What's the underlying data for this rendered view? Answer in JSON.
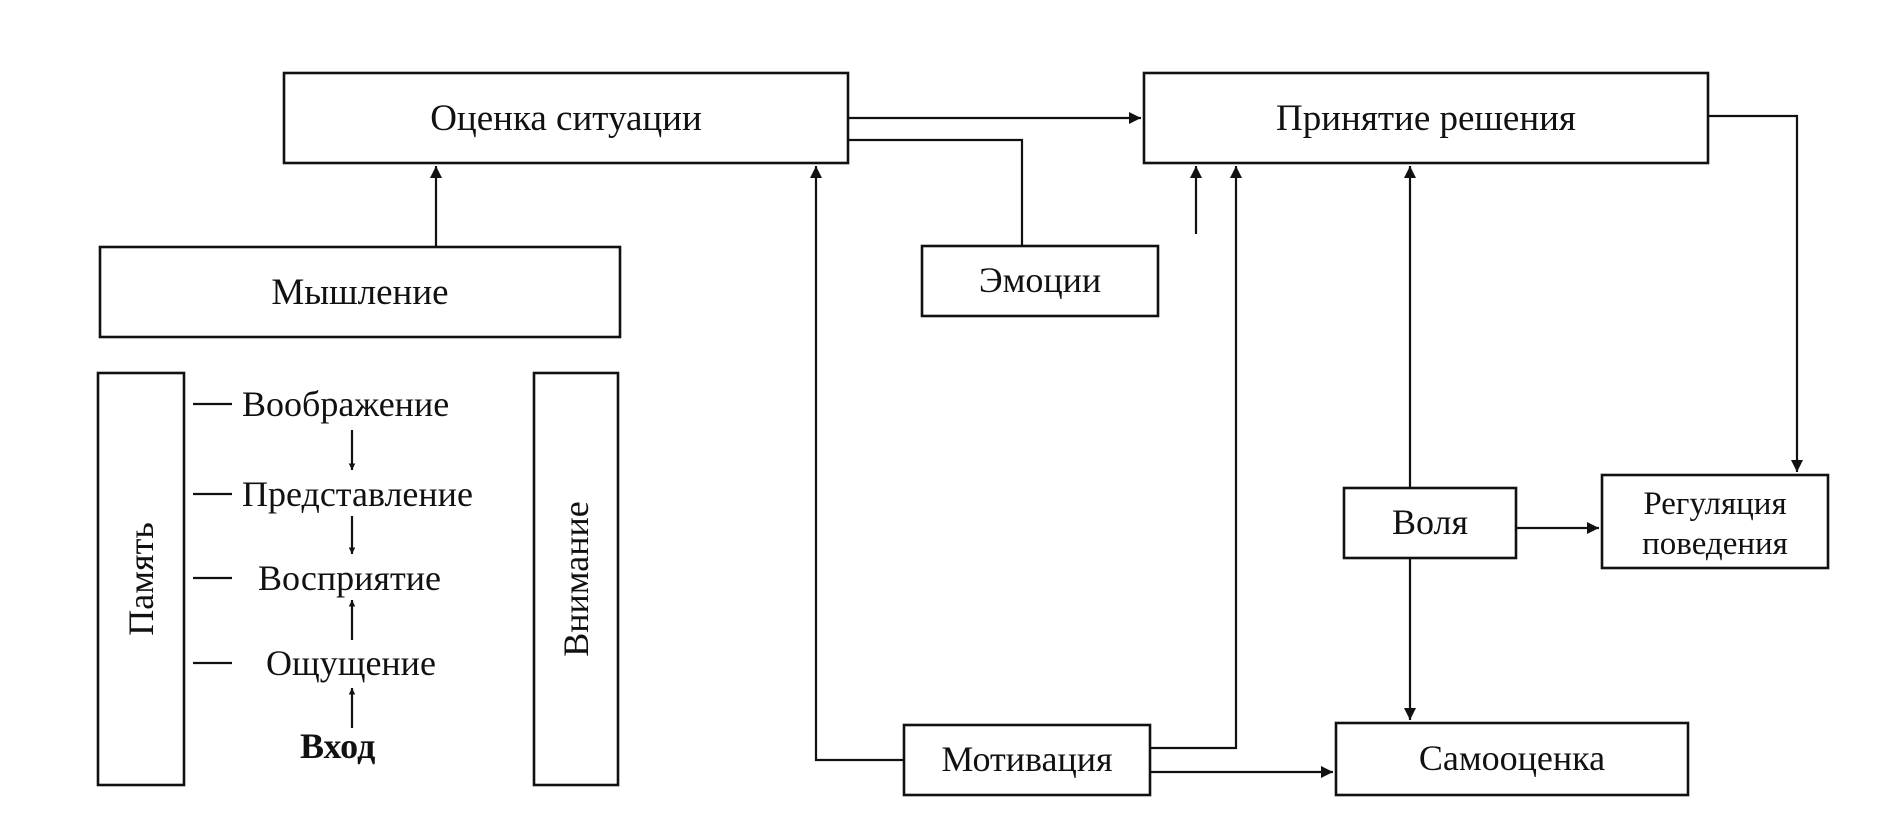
{
  "nodes": {
    "situation_assessment": "Оценка ситуации",
    "decision_making": "Принятие решения",
    "thinking": "Мышление",
    "emotions": "Эмоции",
    "memory": "Память",
    "attention": "Внимание",
    "will": "Воля",
    "behavior_regulation_line1": "Регуляция",
    "behavior_regulation_line2": "поведения",
    "motivation": "Мотивация",
    "self_assessment": "Самооценка"
  },
  "cognitive_chain": {
    "imagination": "Воображение",
    "representation": "Представление",
    "perception": "Восприятие",
    "sensation": "Ощущение",
    "input": "Вход"
  },
  "colors": {
    "ink": "#111111",
    "background": "#ffffff"
  }
}
